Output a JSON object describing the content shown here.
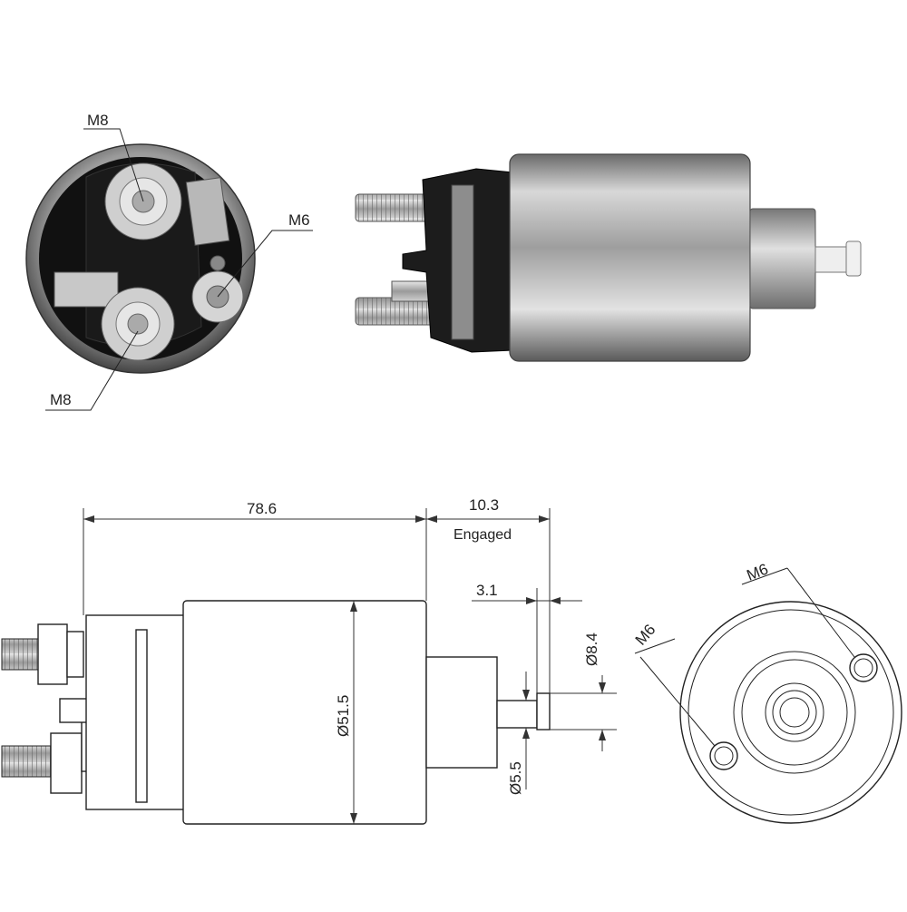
{
  "photo_front_labels": {
    "top_m8": "M8",
    "m6": "M6",
    "bottom_m8": "M8"
  },
  "dimensions": {
    "body_length": "78.6",
    "stroke": "10.3",
    "stroke_note": "Engaged",
    "plunger_tip": "3.1",
    "tip_diameter": "Ø8.4",
    "body_diameter": "Ø51.5",
    "shaft_diameter": "Ø5.5"
  },
  "end_view_labels": {
    "upper_m6": "M6",
    "left_m6": "M6"
  }
}
